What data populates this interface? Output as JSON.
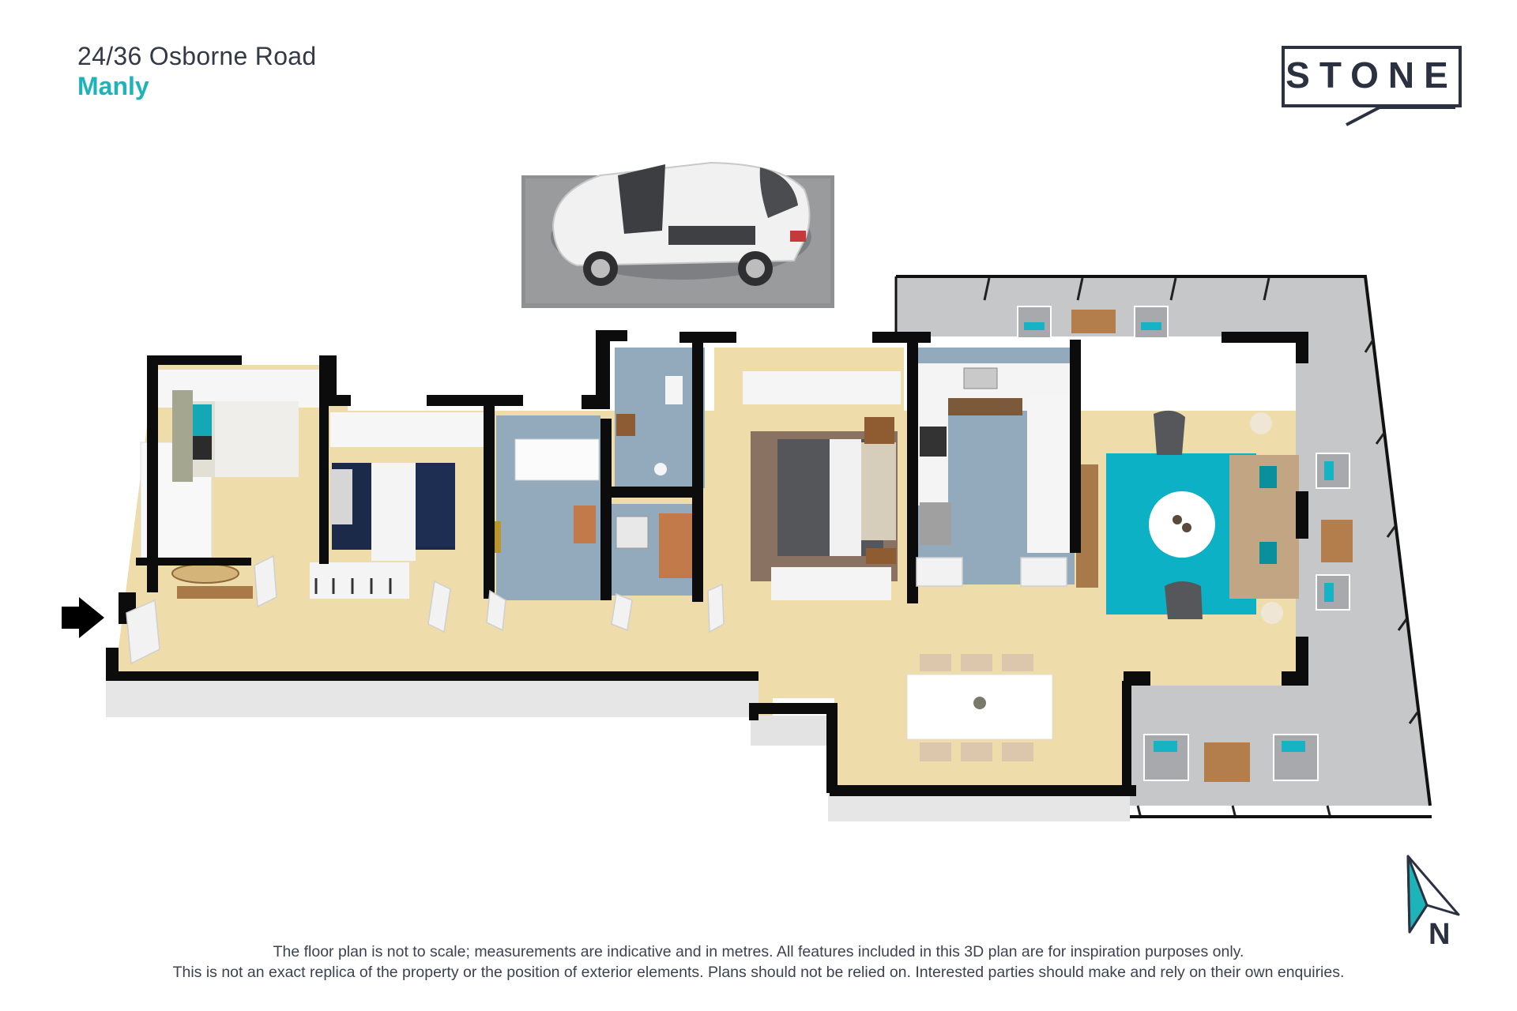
{
  "header": {
    "address": "24/36 Osborne Road",
    "suburb": "Manly"
  },
  "brand": {
    "logo_text": "STONE",
    "accent_color": "#1db3b8",
    "dark_color": "#2b3140"
  },
  "compass": {
    "label": "N"
  },
  "entry_arrow": {
    "icon": "entry-arrow-icon"
  },
  "disclaimer": {
    "line1": "The floor plan is not to scale; measurements are indicative and in metres. All features included in this 3D plan are for inspiration purposes only.",
    "line2": "This is not an exact replica of the property or the position of exterior elements. Plans should not be relied on. Interested parties should make and rely on their own enquiries."
  },
  "colors": {
    "floor": "#efdcab",
    "wall": "#0c0c0c",
    "tile": "#93a9bc",
    "deck": "#c9cacc",
    "rug_teal": "#0db1c6",
    "rug_brown": "#8a7262"
  }
}
